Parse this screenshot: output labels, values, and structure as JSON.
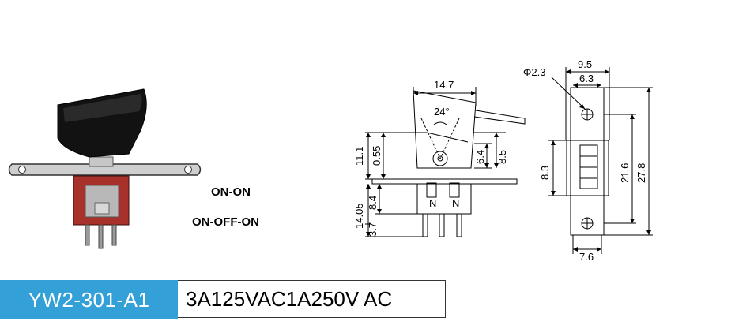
{
  "modes": [
    "ON-ON",
    "ON-OFF-ON"
  ],
  "product": {
    "model": "YW2-301-A1",
    "rating": "3A125VAC1A250V AC"
  },
  "side_view": {
    "width_top": "14.7",
    "angle": "24°",
    "h_upper": "11.1",
    "h_pivot": "0.55",
    "h_6_4": "6.4",
    "h_8_5": "8.5",
    "h_total_lower": "14.05",
    "h_8_4": "8.4",
    "h_pin": "3.7"
  },
  "front_view": {
    "hole_dia": "Φ2.3",
    "w_total": "9.5",
    "w_inner": "6.3",
    "h_body": "8.3",
    "h_holes": "21.6",
    "h_total": "27.8",
    "w_bottom": "7.6"
  }
}
